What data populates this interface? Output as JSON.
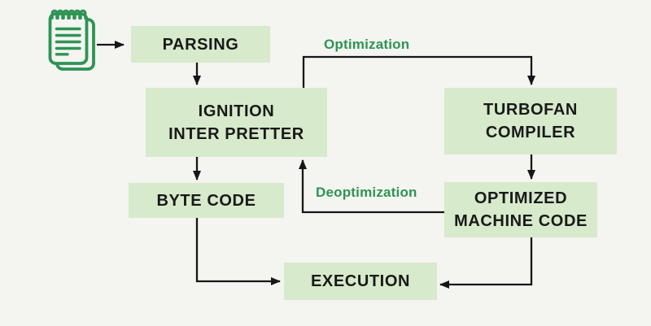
{
  "title": "JavaScript engine pipeline diagram",
  "colors": {
    "background": "#f4f4f1",
    "node_fill": "#d7eacb",
    "node_text": "#191919",
    "arrow": "#161616",
    "accent_green": "#2e9454"
  },
  "icon": {
    "name": "notepad-source-code-icon"
  },
  "nodes": {
    "parsing": {
      "lines": [
        "PARSING"
      ]
    },
    "ignition": {
      "lines": [
        "IGNITION",
        "INTER PRETTER"
      ]
    },
    "bytecode": {
      "lines": [
        "BYTE CODE"
      ]
    },
    "turbofan": {
      "lines": [
        "TURBOFAN",
        "COMPILER"
      ]
    },
    "optimized": {
      "lines": [
        "OPTIMIZED",
        "MACHINE CODE"
      ]
    },
    "execution": {
      "lines": [
        "EXECUTION"
      ]
    }
  },
  "edge_labels": {
    "optimization": "Optimization",
    "deoptimization": "Deoptimization"
  },
  "edges": [
    {
      "from": "source-notepad",
      "to": "parsing",
      "label": ""
    },
    {
      "from": "parsing",
      "to": "ignition",
      "label": ""
    },
    {
      "from": "ignition",
      "to": "bytecode",
      "label": ""
    },
    {
      "from": "ignition",
      "to": "turbofan",
      "label": "Optimization"
    },
    {
      "from": "turbofan",
      "to": "optimized",
      "label": ""
    },
    {
      "from": "optimized",
      "to": "ignition",
      "label": "Deoptimization"
    },
    {
      "from": "bytecode",
      "to": "execution",
      "label": ""
    },
    {
      "from": "optimized",
      "to": "execution",
      "label": ""
    }
  ]
}
